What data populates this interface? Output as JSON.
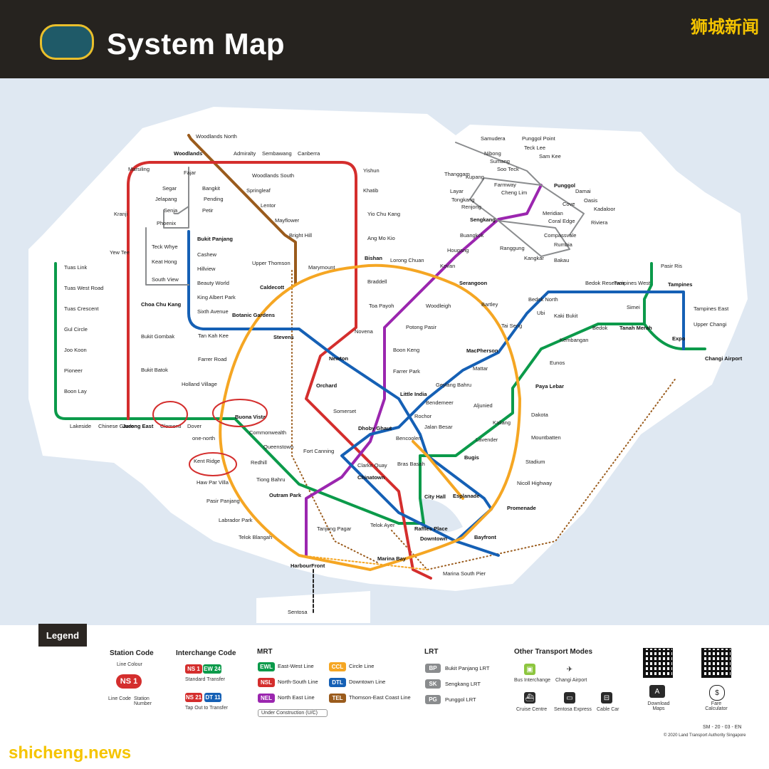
{
  "header": {
    "title": "System Map",
    "watermark": "狮城新闻"
  },
  "footer_watermark": "shicheng.news",
  "colors": {
    "ew": "#0b9a4a",
    "ns": "#d42e2d",
    "ne": "#9b26af",
    "cc": "#f5a623",
    "dt": "#1560b5",
    "te": "#9a5b1c",
    "lrt": "#8a8c8e"
  },
  "stations": {
    "ew": [
      "Tuas Link",
      "Tuas West Road",
      "Tuas Crescent",
      "Gul Circle",
      "Joo Koon",
      "Pioneer",
      "Boon Lay",
      "Lakeside",
      "Chinese Garden",
      "Jurong East",
      "Clementi",
      "Dover",
      "Buona Vista",
      "Commonwealth",
      "Queenstown",
      "Redhill",
      "Tiong Bahru",
      "Outram Park",
      "Tanjong Pagar",
      "Raffles Place",
      "City Hall",
      "Bugis",
      "Lavender",
      "Kallang",
      "Aljunied",
      "Paya Lebar",
      "Eunos",
      "Kembangan",
      "Bedok",
      "Tanah Merah",
      "Simei",
      "Tampines",
      "Pasir Ris",
      "Expo",
      "Changi Airport"
    ],
    "ns": [
      "Woodlands",
      "Admiralty",
      "Sembawang",
      "Canberra",
      "Yishun",
      "Khatib",
      "Yio Chu Kang",
      "Ang Mo Kio",
      "Bishan",
      "Braddell",
      "Toa Payoh",
      "Novena",
      "Newton",
      "Orchard",
      "Somerset",
      "Dhoby Ghaut",
      "Marina South Pier",
      "Marsiling",
      "Kranji",
      "Yew Tee",
      "Choa Chu Kang",
      "Bukit Gombak",
      "Bukit Batok"
    ],
    "cc": [
      "Marymount",
      "Lorong Chuan",
      "Serangoon",
      "Bartley",
      "Tai Seng",
      "MacPherson",
      "Dakota",
      "Mountbatten",
      "Stadium",
      "Nicoll Highway",
      "Promenade",
      "Esplanade",
      "Bras Basah",
      "Bayfront",
      "Botanic Gardens",
      "Farrer Road",
      "Holland Village",
      "one-north",
      "Kent Ridge",
      "Haw Par Villa",
      "Pasir Panjang",
      "Labrador Park",
      "Telok Blangah",
      "HarbourFront",
      "Caldecott",
      "Marina Bay"
    ],
    "ne": [
      "Punggol",
      "Sengkang",
      "Buangkok",
      "Hougang",
      "Kovan",
      "Potong Pasir",
      "Woodleigh",
      "Boon Keng",
      "Farrer Park",
      "Little India",
      "Clarke Quay",
      "Chinatown"
    ],
    "dt": [
      "Bukit Panjang",
      "Cashew",
      "Hillview",
      "Beauty World",
      "King Albert Park",
      "Sixth Avenue",
      "Tan Kah Kee",
      "Stevens",
      "Rochor",
      "Bencoolen",
      "Jalan Besar",
      "Bendemeer",
      "Geylang Bahru",
      "Mattar",
      "Ubi",
      "Kaki Bukit",
      "Bedok North",
      "Bedok Reservoir",
      "Tampines West",
      "Tampines East",
      "Upper Changi",
      "Fort Canning",
      "Telok Ayer",
      "Downtown"
    ],
    "te": [
      "Woodlands North",
      "Woodlands South",
      "Springleaf",
      "Lentor",
      "Mayflower",
      "Bright Hill",
      "Upper Thomson"
    ],
    "lrt_bp": [
      "Fajar",
      "Segar",
      "Jelapang",
      "Senja",
      "Bangkit",
      "Pending",
      "Petir",
      "Phoenix",
      "Teck Whye",
      "Keat Hong",
      "South View"
    ],
    "lrt_sk_pg": [
      "Samudera",
      "Punggol Point",
      "Teck Lee",
      "Nibong",
      "Sam Kee",
      "Sumang",
      "Soo Teck",
      "Thanggam",
      "Kupang",
      "Farmway",
      "Layar",
      "Tongkang",
      "Cheng Lim",
      "Renjong",
      "Compassvale",
      "Rumbia",
      "Bakau",
      "Kangkar",
      "Ranggung",
      "Damai",
      "Oasis",
      "Kadaloor",
      "Riviera",
      "Coral Edge",
      "Meridian",
      "Cove"
    ],
    "other": [
      "Sentosa"
    ]
  },
  "legend": {
    "tab": "Legend",
    "station_code": {
      "heading": "Station Code",
      "line_colour": "Line Colour",
      "code": "NS 1",
      "line_code": "Line Code",
      "station_number": "Station Number"
    },
    "interchange": {
      "heading": "Interchange Code",
      "a": "NS 1",
      "b": "EW 24",
      "std": "Standard Transfer",
      "c": "NS 21",
      "d": "DT 11",
      "tap": "Tap Out to Transfer"
    },
    "mrt": {
      "heading": "MRT",
      "items": [
        {
          "code": "EWL",
          "name": "East-West Line",
          "color": "#0b9a4a"
        },
        {
          "code": "NSL",
          "name": "North-South Line",
          "color": "#d42e2d"
        },
        {
          "code": "NEL",
          "name": "North East Line",
          "color": "#9b26af"
        },
        {
          "code": "CCL",
          "name": "Circle Line",
          "color": "#f5a623"
        },
        {
          "code": "DTL",
          "name": "Downtown Line",
          "color": "#1560b5"
        },
        {
          "code": "TEL",
          "name": "Thomson-East Coast Line",
          "color": "#9a5b1c"
        }
      ],
      "uc": "Under Construction (U/C)"
    },
    "lrt": {
      "heading": "LRT",
      "items": [
        {
          "code": "BP",
          "name": "Bukit Panjang LRT"
        },
        {
          "code": "SK",
          "name": "Sengkang LRT"
        },
        {
          "code": "PG",
          "name": "Punggol LRT"
        }
      ]
    },
    "other": {
      "heading": "Other Transport Modes",
      "bus": "Bus Interchange",
      "airport": "Changi Airport",
      "cruise": "Cruise Centre",
      "sentosa": "Sentosa Express",
      "cable": "Cable Car"
    },
    "qr": {
      "download": "Download Maps",
      "fare": "Fare Calculator"
    },
    "code": "SM - 20 - 03 - EN",
    "copyright": "© 2020 Land Transport Authority Singapore"
  }
}
